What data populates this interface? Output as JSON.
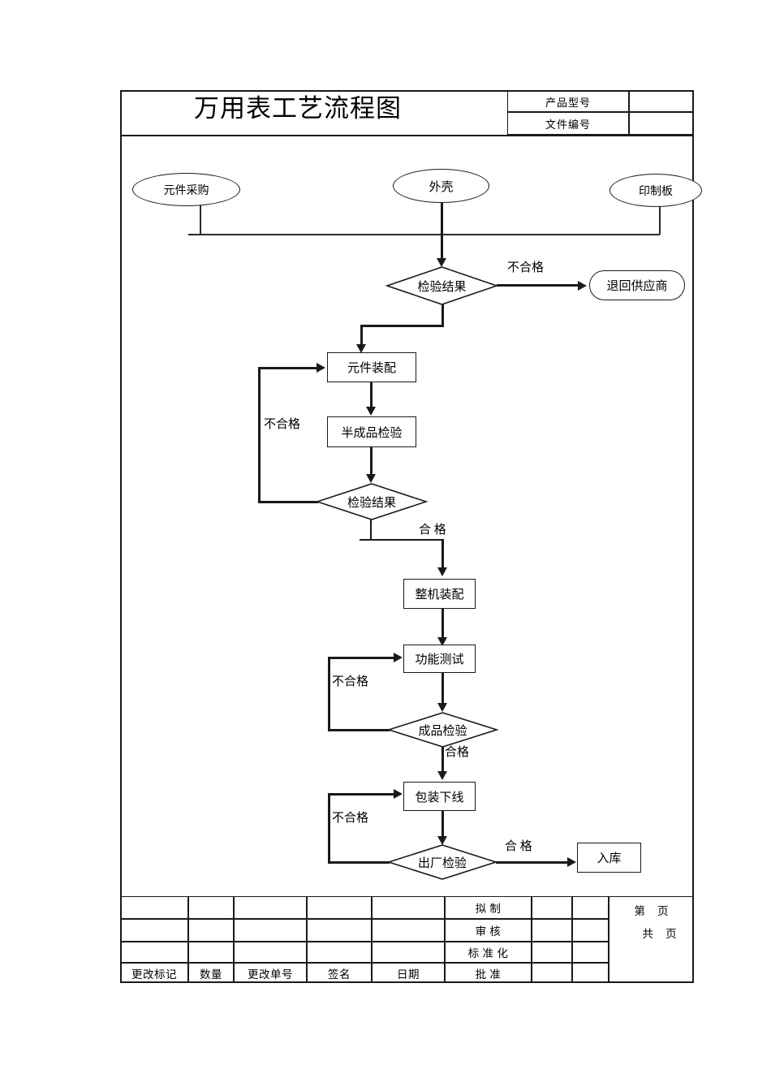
{
  "document": {
    "title": "万用表工艺流程图",
    "header_rows": [
      {
        "label": "产品型号",
        "value": ""
      },
      {
        "label": "文件编号",
        "value": ""
      }
    ]
  },
  "flowchart": {
    "nodes": {
      "component_purchase": "元件采购",
      "shell": "外壳",
      "printed_board": "印制板",
      "inspection_result_1": "检验结果",
      "return_supplier": "退回供应商",
      "component_assembly": "元件装配",
      "semi_product_inspection": "半成品检验",
      "inspection_result_2": "检验结果",
      "full_assembly": "整机装配",
      "function_test": "功能测试",
      "finished_inspection": "成品检验",
      "packaging_offline": "包装下线",
      "factory_inspection": "出厂检验",
      "warehouse": "入库"
    },
    "edge_labels": {
      "fail_1": "不合格",
      "fail_2": "不合格",
      "fail_3": "不合格",
      "fail_4": "不合格",
      "pass_1": "合  格",
      "pass_2": "合格",
      "pass_3": "合  格"
    }
  },
  "footer": {
    "change_columns": [
      "更改标记",
      "数量",
      "更改单号",
      "签名",
      "日期"
    ],
    "approval_rows": [
      "拟    制",
      "审    核",
      "标 准 化",
      "批    准"
    ],
    "page_labels": {
      "current": "第    页",
      "total": "共    页"
    }
  }
}
